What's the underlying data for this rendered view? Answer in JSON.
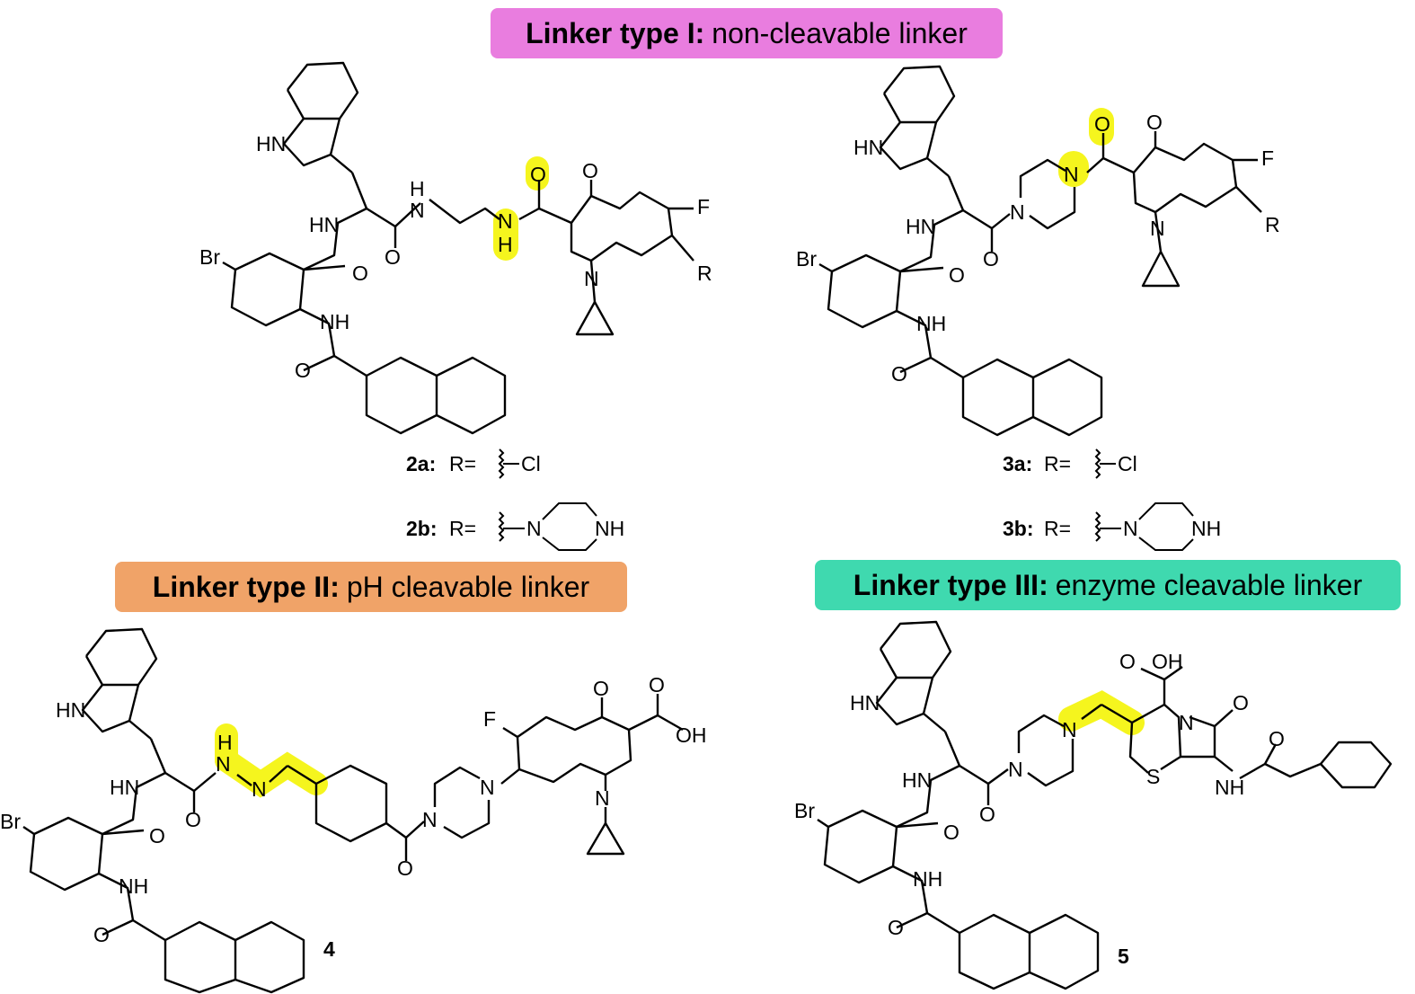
{
  "headings": {
    "type1": {
      "bold": "Linker type I:",
      "rest": "non-cleavable linker",
      "color": "#e97ddf"
    },
    "type2": {
      "bold": "Linker type II:",
      "rest": "pH cleavable linker",
      "color": "#f0a368"
    },
    "type3": {
      "bold": "Linker type III:",
      "rest": "enzyme cleavable linker",
      "color": "#3fd9af"
    }
  },
  "highlight_color": "#f5f51e",
  "compounds": {
    "c2a": {
      "id": "2a:",
      "r": "R=",
      "sub": "Cl"
    },
    "c2b": {
      "id": "2b:",
      "r": "R=",
      "sub": "N",
      "sub2": "NH"
    },
    "c3a": {
      "id": "3a:",
      "r": "R=",
      "sub": "Cl"
    },
    "c3b": {
      "id": "3b:",
      "r": "R=",
      "sub": "N",
      "sub2": "NH"
    },
    "c4": {
      "id": "4"
    },
    "c5": {
      "id": "5"
    }
  },
  "atoms": {
    "HN": "HN",
    "NH": "NH",
    "H": "H",
    "N": "N",
    "O": "O",
    "F": "F",
    "R": "R",
    "Br": "Br",
    "S": "S",
    "OH": "OH"
  }
}
